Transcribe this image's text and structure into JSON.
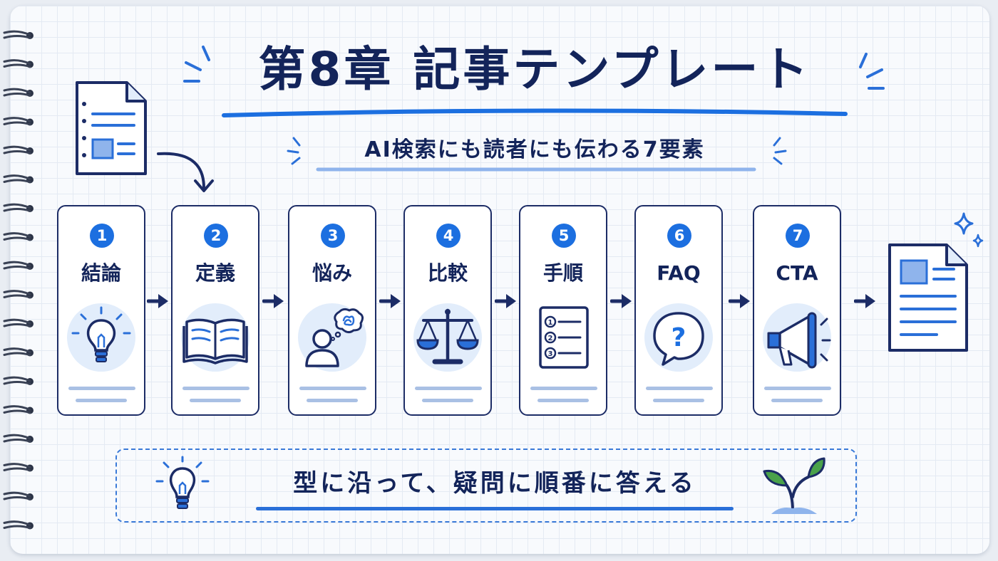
{
  "header": {
    "title": "第8章 記事テンプレート",
    "subtitle": "AI検索にも読者にも伝わる7要素"
  },
  "steps": [
    {
      "number": "1",
      "label": "結論",
      "icon": "lightbulb-icon"
    },
    {
      "number": "2",
      "label": "定義",
      "icon": "open-book-icon"
    },
    {
      "number": "3",
      "label": "悩み",
      "icon": "thinking-person-icon"
    },
    {
      "number": "4",
      "label": "比較",
      "icon": "balance-scale-icon"
    },
    {
      "number": "5",
      "label": "手順",
      "icon": "numbered-checklist-icon"
    },
    {
      "number": "6",
      "label": "FAQ",
      "icon": "question-bubble-icon"
    },
    {
      "number": "7",
      "label": "CTA",
      "icon": "megaphone-icon"
    }
  ],
  "checklist_numbers": [
    "1",
    "2",
    "3"
  ],
  "question_mark": "?",
  "banner": {
    "text": "型に沿って、疑問に順番に答える"
  },
  "colors": {
    "navy": "#13245a",
    "accent_blue": "#1c6fe0",
    "light_blue": "#e2edfb",
    "grid_line": "#e4eaf3"
  }
}
